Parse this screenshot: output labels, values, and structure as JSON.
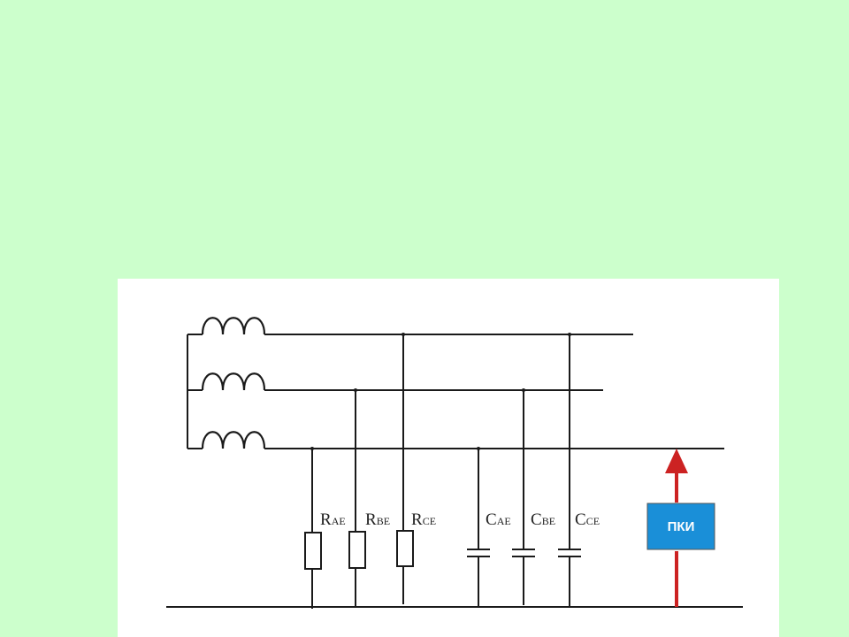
{
  "diagram": {
    "components": {
      "resistors": [
        {
          "main": "R",
          "sub": "AE"
        },
        {
          "main": "R",
          "sub": "BE"
        },
        {
          "main": "R",
          "sub": "CE"
        }
      ],
      "capacitors": [
        {
          "main": "C",
          "sub": "AE"
        },
        {
          "main": "C",
          "sub": "BE"
        },
        {
          "main": "C",
          "sub": "CE"
        }
      ]
    },
    "device": {
      "label": "ПКИ"
    },
    "colors": {
      "background": "#ccffcc",
      "panel": "#ffffff",
      "wire": "#1a1a1a",
      "device_fill": "#1a8fd8",
      "arrow": "#cc2222"
    }
  }
}
